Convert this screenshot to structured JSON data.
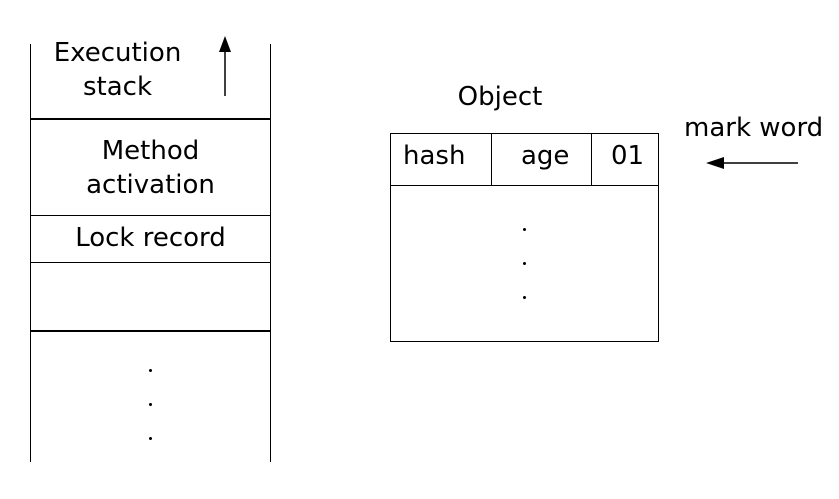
{
  "stack": {
    "execution_line1": "Execution",
    "execution_line2": "stack",
    "method_line1": "Method",
    "method_line2": "activation",
    "lock_record": "Lock record"
  },
  "object": {
    "title": "Object",
    "hash": "hash",
    "age": "age",
    "bits": "01"
  },
  "mark_word_label": "mark word"
}
